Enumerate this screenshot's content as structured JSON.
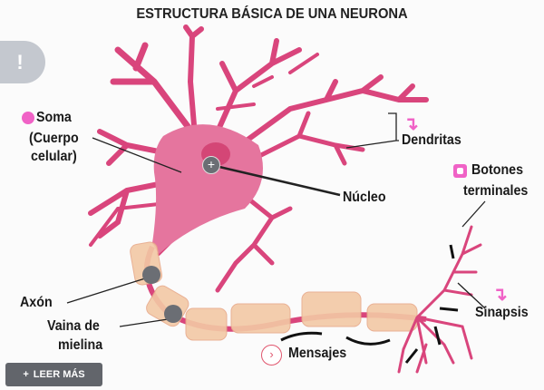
{
  "title": "ESTRUCTURA BÁSICA DE UNA NEURONA",
  "info_tab": {
    "icon": "exclamation-icon",
    "label": "!"
  },
  "labels": {
    "soma": "Soma",
    "soma_sub1": "(Cuerpo",
    "soma_sub2": "celular)",
    "nucleo": "Núcleo",
    "dendritas": "Dendritas",
    "botones1": "Botones",
    "botones2": "terminales",
    "axon": "Axón",
    "vaina1": "Vaina de",
    "vaina2": "mielina",
    "mensajes": "Mensajes",
    "sinapsis": "Sinapsis"
  },
  "hotspots": {
    "nucleo_symbol": "+",
    "mensajes_symbol": "›"
  },
  "leer_mas": {
    "icon": "+",
    "label": "LEER MÁS"
  },
  "colors": {
    "accent": "#f062c6",
    "neuron": "#d9457c",
    "hotspot": "#6b6e74",
    "myelin": "#f3c9a5"
  }
}
